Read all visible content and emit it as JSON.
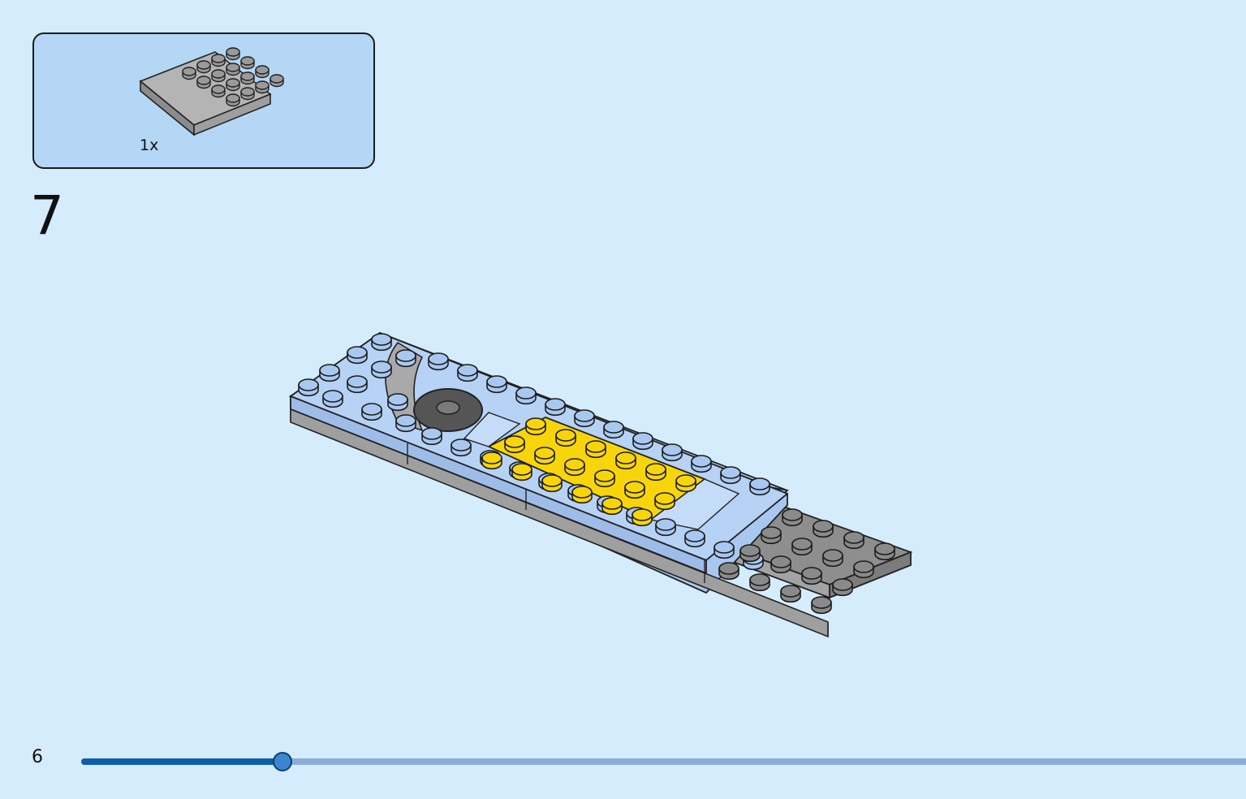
{
  "parts_callout": {
    "quantity": "1x",
    "part_color": "#a6a6a6",
    "part_icon": "4x4-plate-icon"
  },
  "step": {
    "number": "7"
  },
  "page": {
    "number": "6"
  },
  "progress": {
    "fraction": 0.173
  },
  "colors": {
    "background": "#d5ecfc",
    "callout_bg": "#b3d7f5",
    "light_blue_brick": "#a8c8f0",
    "yellow_brick": "#f7d50a",
    "dark_gray_brick": "#8e8e8e",
    "progress_fill": "#0e5fa8",
    "progress_track": "#8aaed8"
  }
}
